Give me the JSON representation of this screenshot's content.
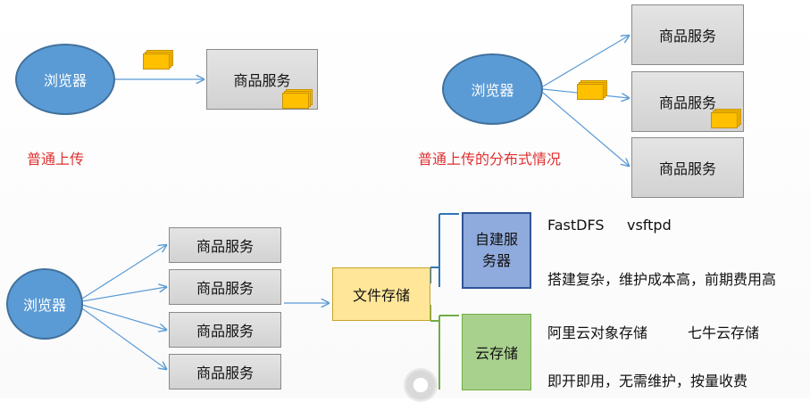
{
  "top_left": {
    "browser": "浏览器",
    "service": "商品服务",
    "caption": "普通上传"
  },
  "top_right": {
    "browser": "浏览器",
    "services": [
      "商品服务",
      "商品服务",
      "商品服务"
    ],
    "caption": "普通上传的分布式情况"
  },
  "bottom": {
    "browser": "浏览器",
    "services": [
      "商品服务",
      "商品服务",
      "商品服务",
      "商品服务"
    ],
    "file_storage": "文件存储",
    "self_built": "自建服务器",
    "cloud": "云存储",
    "self_built_tools": [
      "FastDFS",
      "vsftpd"
    ],
    "self_built_note": "搭建复杂，维护成本高，前期费用高",
    "cloud_options": [
      "阿里云对象存储",
      "七牛云存储"
    ],
    "cloud_note": "即开即用，无需维护，按量收费"
  },
  "colors": {
    "browser_fill": "#5b9bd5",
    "caption_red": "#e03030",
    "file_storage_fill": "#ffe699",
    "self_built_fill": "#8faadc",
    "cloud_fill": "#a9d18e",
    "file_icon": "#ffc000",
    "arrow": "#5b9bd5"
  }
}
